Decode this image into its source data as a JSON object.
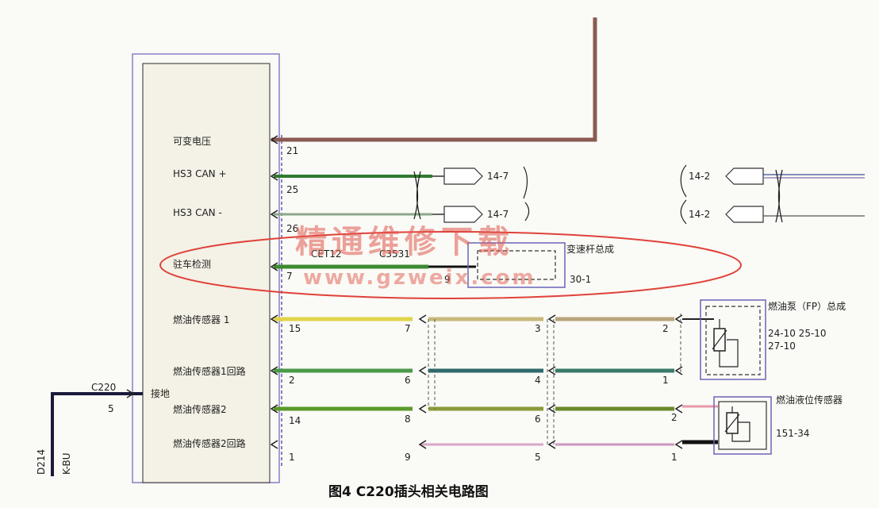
{
  "signals": [
    "可变电压",
    "HS3 CAN +",
    "HS3 CAN -",
    "驻车检测",
    "燃油传感器 1",
    "燃油传感器1回路",
    "燃油传感器2",
    "燃油传感器2回路"
  ],
  "pins": {
    "module": [
      "21",
      "25",
      "26",
      "7",
      "15",
      "2",
      "14",
      "1"
    ],
    "col2": [
      "7",
      "6",
      "8",
      "9"
    ],
    "col3": [
      "3",
      "4",
      "6",
      "5"
    ],
    "col4": [
      "2",
      "1",
      "2",
      "1"
    ],
    "ground": "5"
  },
  "connector_refs": {
    "can_left_top": "14-7",
    "can_left_bottom": "14-7",
    "can_right_top": "14-2",
    "can_right_bottom": "14-2"
  },
  "park": {
    "wire_labels": [
      "CET12",
      "C3531"
    ],
    "module_name": "变速杆总成",
    "ref": "30-1",
    "pin": "9"
  },
  "fuel_pump": {
    "name": "燃油泵（FP）总成",
    "refs_line1": "24-10  25-10",
    "refs_line2": "27-10"
  },
  "fuel_level": {
    "name": "燃油液位传感器",
    "ref": "151-34"
  },
  "ground": {
    "label": "接地",
    "connector": "C220",
    "wire_code": "D214",
    "wire_color": "K-BU"
  },
  "watermark": {
    "line1": "精通维修下载",
    "line2": "www.gzweix.com"
  },
  "caption": "图4  C220插头相关电路图"
}
